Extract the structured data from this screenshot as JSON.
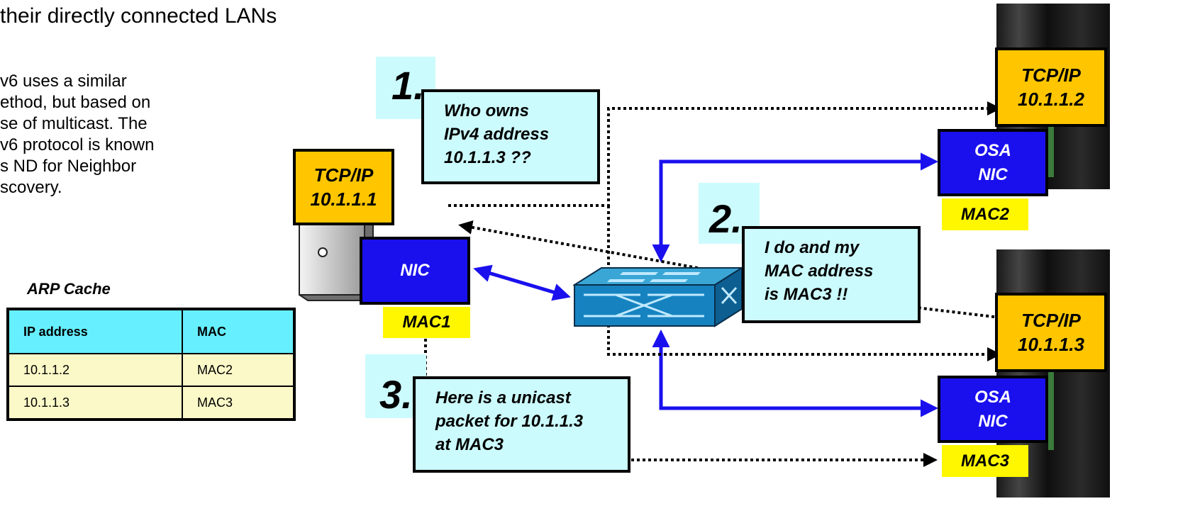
{
  "heading": "their directly connected LANs",
  "note": "v6 uses a similar\nethod, but based on\nse of multicast.  The\nv6 protocol is known\ns ND for Neighbor\nscovery.",
  "arp_cache": {
    "title": "ARP Cache",
    "headers": [
      "IP address",
      "MAC"
    ],
    "rows": [
      [
        "10.1.1.2",
        "MAC2"
      ],
      [
        "10.1.1.3",
        "MAC3"
      ]
    ]
  },
  "host": {
    "tcpip_label": "TCP/IP",
    "ip": "10.1.1.1",
    "nic_label": "NIC",
    "mac": "MAC1"
  },
  "server_top": {
    "tcpip_label": "TCP/IP",
    "ip": "10.1.1.2",
    "osa_line1": "OSA",
    "osa_line2": "NIC",
    "mac": "MAC2"
  },
  "server_bottom": {
    "tcpip_label": "TCP/IP",
    "ip": "10.1.1.3",
    "osa_line1": "OSA",
    "osa_line2": "NIC",
    "mac": "MAC3"
  },
  "steps": [
    {
      "number": "1.",
      "text": "Who owns\nIPv4 address\n10.1.1.3 ??"
    },
    {
      "number": "2.",
      "text": "I do and my\nMAC address\nis MAC3 !!"
    },
    {
      "number": "3.",
      "text": "Here is a unicast\npacket for 10.1.1.3\nat MAC3"
    }
  ],
  "colors": {
    "tcpip": "#ffc600",
    "nic": "#1a10ee",
    "mac_label": "#fff700",
    "callout": "#ccfbfd",
    "table_header": "#66f0ff",
    "table_row": "#fcf9c8",
    "link": "#1a10ee"
  }
}
